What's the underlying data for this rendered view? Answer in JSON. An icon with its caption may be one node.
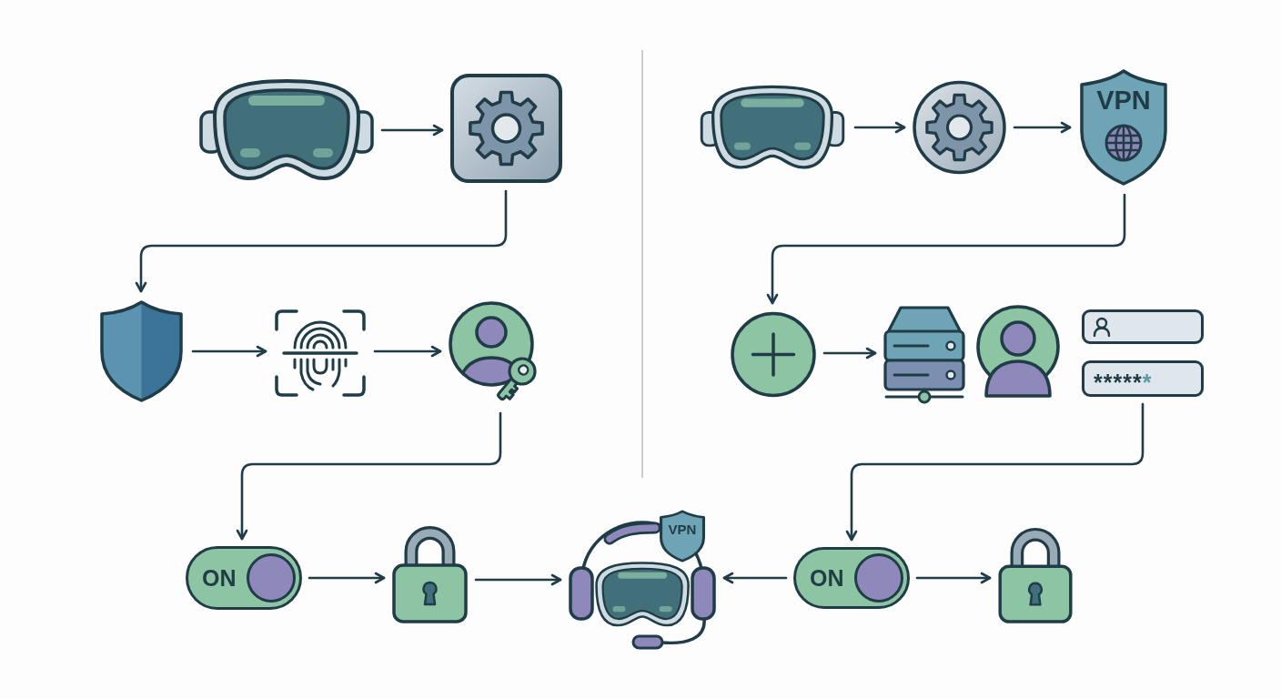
{
  "diagram": {
    "nodes": [
      {
        "text": [],
        "shape": "picture"
      },
      {
        "text": [],
        "shape": "picture"
      },
      {
        "text": [],
        "shape": "picture"
      },
      {
        "text": [],
        "shape": "picture"
      },
      {
        "text": [],
        "shape": "picture"
      },
      {
        "text": [
          "ON"
        ]
      },
      {
        "text": [],
        "shape": "picture"
      },
      {
        "text": [
          "VPN"
        ]
      },
      {
        "text": [],
        "shape": "picture"
      },
      {
        "text": [],
        "shape": "picture"
      },
      {
        "text": [
          "VPN"
        ]
      },
      {
        "text": [],
        "shape": "circle"
      },
      {
        "text": [],
        "shape": "picture"
      },
      {
        "text": [],
        "shape": "picture"
      },
      {
        "text": [],
        "shape": "box"
      },
      {
        "text": [
          "******"
        ]
      },
      {
        "text": [
          "ON"
        ]
      },
      {
        "text": [],
        "shape": "picture"
      }
    ],
    "edges": [
      {
        "from": 0,
        "to": 1,
        "arrow": "to"
      },
      {
        "from": 1,
        "to": 2,
        "arrow": "to"
      },
      {
        "from": 2,
        "to": 3,
        "arrow": "to"
      },
      {
        "from": 3,
        "to": 4,
        "arrow": "to"
      },
      {
        "from": 4,
        "to": 5,
        "arrow": "to"
      },
      {
        "from": 5,
        "to": 6,
        "arrow": "to"
      },
      {
        "from": 6,
        "to": 7,
        "arrow": "to"
      },
      {
        "from": 8,
        "to": 9,
        "arrow": "to"
      },
      {
        "from": 9,
        "to": 10,
        "arrow": "to"
      },
      {
        "from": 10,
        "to": 11,
        "arrow": "to"
      },
      {
        "from": 11,
        "to": 12,
        "arrow": "to"
      },
      {
        "from": 15,
        "to": 16,
        "arrow": "to"
      },
      {
        "from": 16,
        "to": 7,
        "arrow": "to"
      },
      {
        "from": 16,
        "to": 17,
        "arrow": "to"
      }
    ]
  }
}
